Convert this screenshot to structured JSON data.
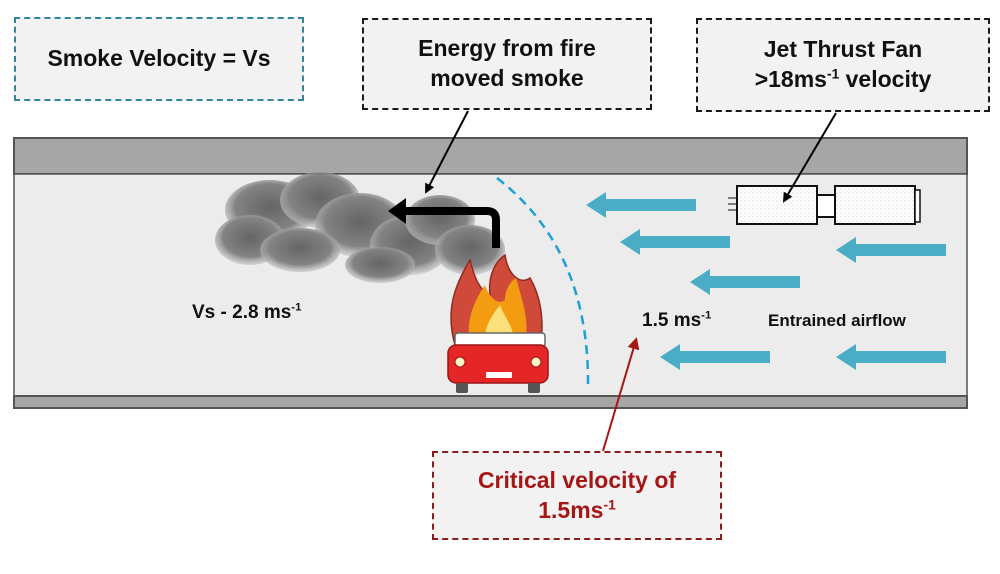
{
  "callouts": {
    "smoke_velocity": "Smoke Velocity = Vs",
    "energy_line1": "Energy from fire",
    "energy_line2": "moved smoke",
    "fan_line1": "Jet Thrust Fan",
    "fan_line2_prefix": ">18ms",
    "fan_line2_sup": "-1",
    "fan_line2_suffix": " velocity",
    "critical_line1": "Critical velocity of",
    "critical_line2_prefix": "1.5ms",
    "critical_line2_sup": "-1"
  },
  "labels": {
    "vs_prefix": "Vs - 2.8 ms",
    "vs_sup": "-1",
    "airflow_prefix": "1.5 ms",
    "airflow_sup": "-1",
    "entrained": "Entrained airflow"
  },
  "colors": {
    "airflow_arrow": "#4bacc6",
    "dashed_front": "#1e9fd8",
    "critical_red": "#a51616",
    "tunnel_band": "#a6a6a6",
    "tunnel_interior": "#ececec",
    "car_red": "#e52626",
    "flame_outer": "#c0392b",
    "flame_mid": "#f39c12",
    "flame_core": "#fce07a",
    "smoke": "#6f6f6f"
  },
  "icons": {
    "fan": "jet-fan-icon",
    "car": "burning-car-icon",
    "smoke": "smoke-cloud-icon",
    "fire": "flame-icon"
  }
}
